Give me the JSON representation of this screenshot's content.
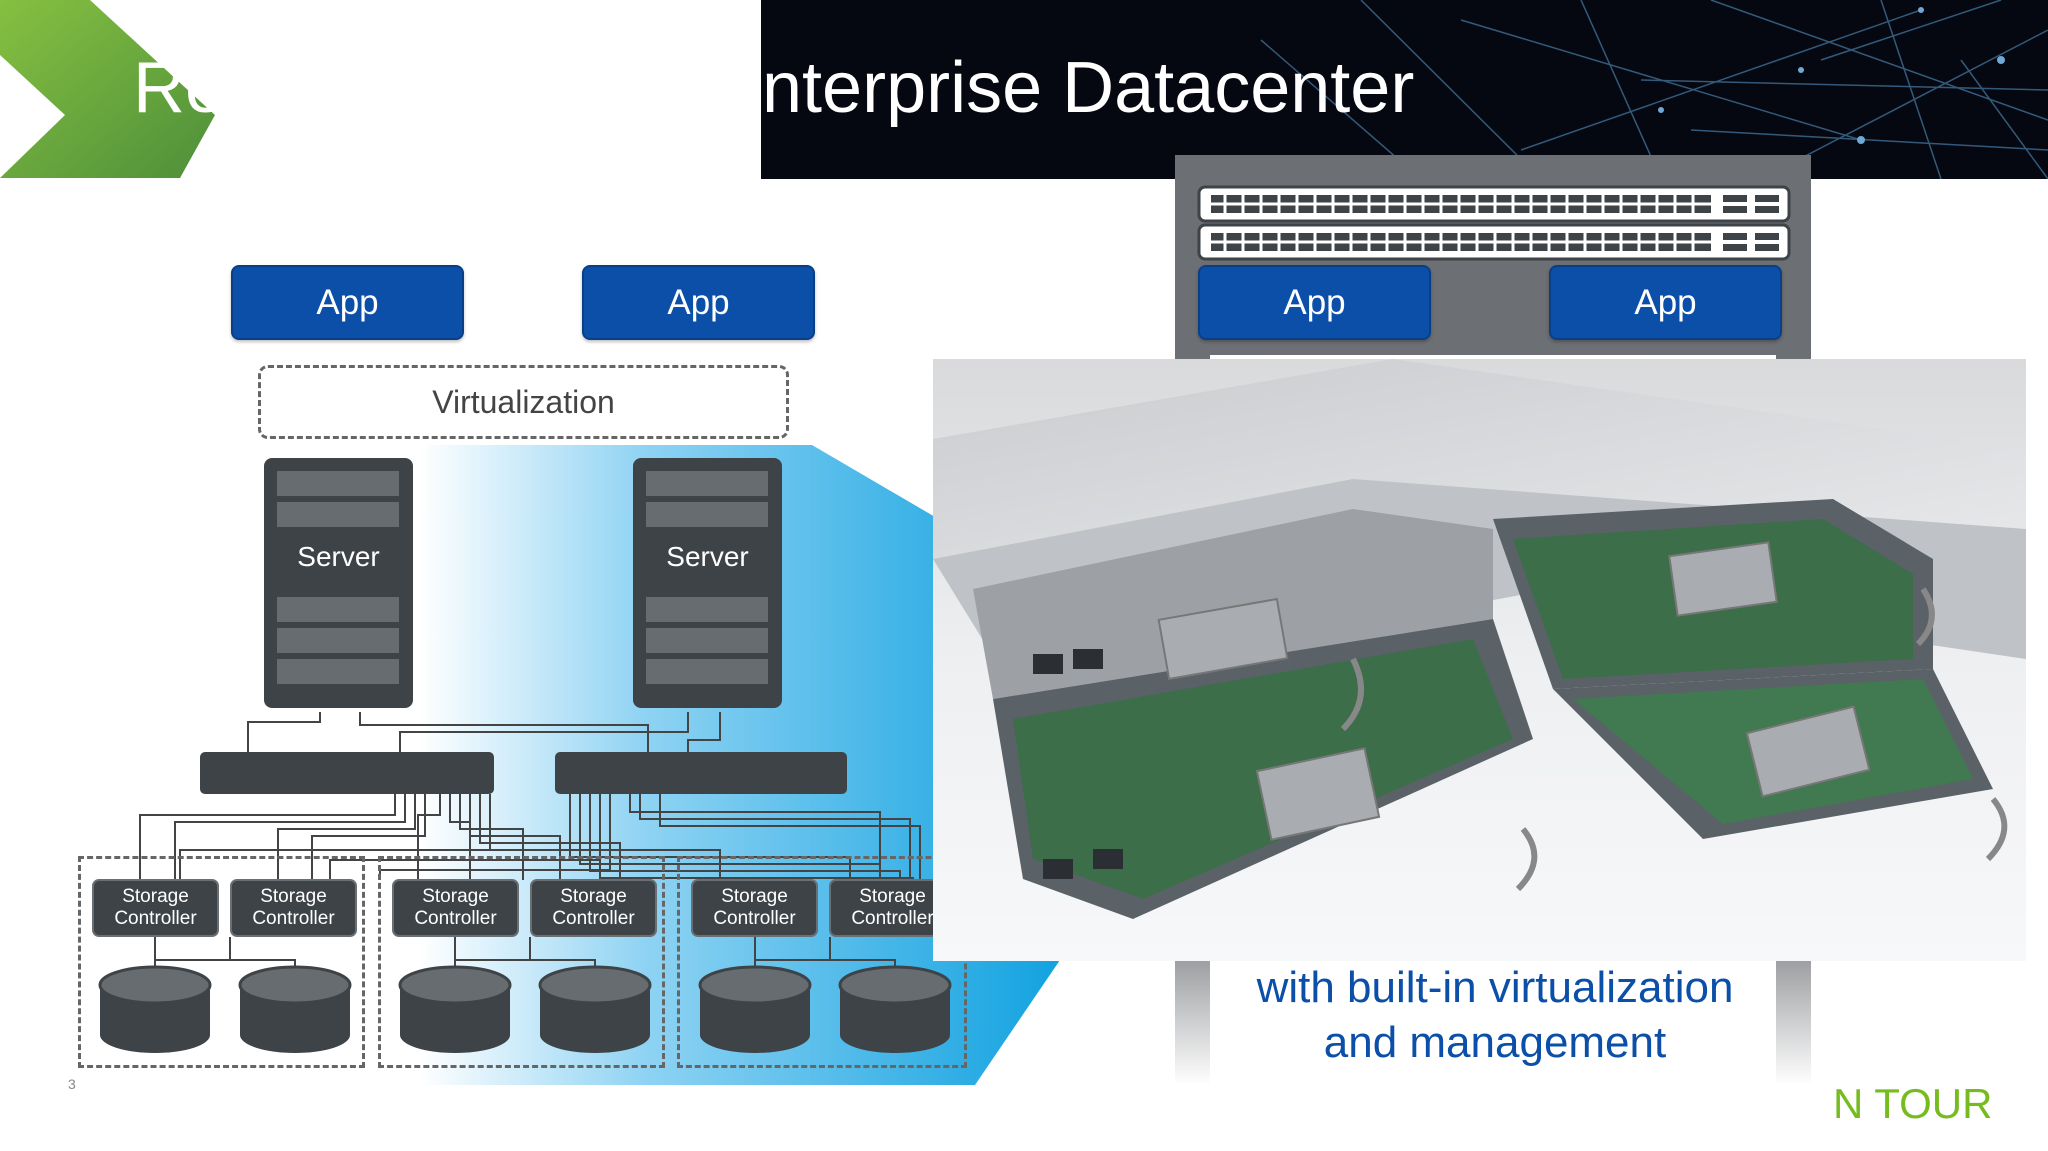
{
  "slide": {
    "title_left": "Re",
    "title_right": "nterprise Datacenter",
    "page_number": "3",
    "footer": "N TOUR"
  },
  "diagram": {
    "apps": [
      "App",
      "App"
    ],
    "virtualization_label": "Virtualization",
    "servers": [
      "Server",
      "Server"
    ],
    "storage_controllers": [
      {
        "line1": "Storage",
        "line2": "Controller"
      },
      {
        "line1": "Storage",
        "line2": "Controller"
      },
      {
        "line1": "Storage",
        "line2": "Controller"
      },
      {
        "line1": "Storage",
        "line2": "Controller"
      },
      {
        "line1": "Storage",
        "line2": "Controller"
      },
      {
        "line1": "Storage",
        "line2": "Controller"
      }
    ]
  },
  "right_panel": {
    "apps": [
      "App",
      "App"
    ],
    "caption_line1": "with built-in virtualization",
    "caption_line2": "and management"
  },
  "colors": {
    "app_blue": "#0b4fa8",
    "accent_green": "#77bc1f",
    "gradient_blue": "#16a6e3",
    "server_dark": "#3e4347"
  }
}
